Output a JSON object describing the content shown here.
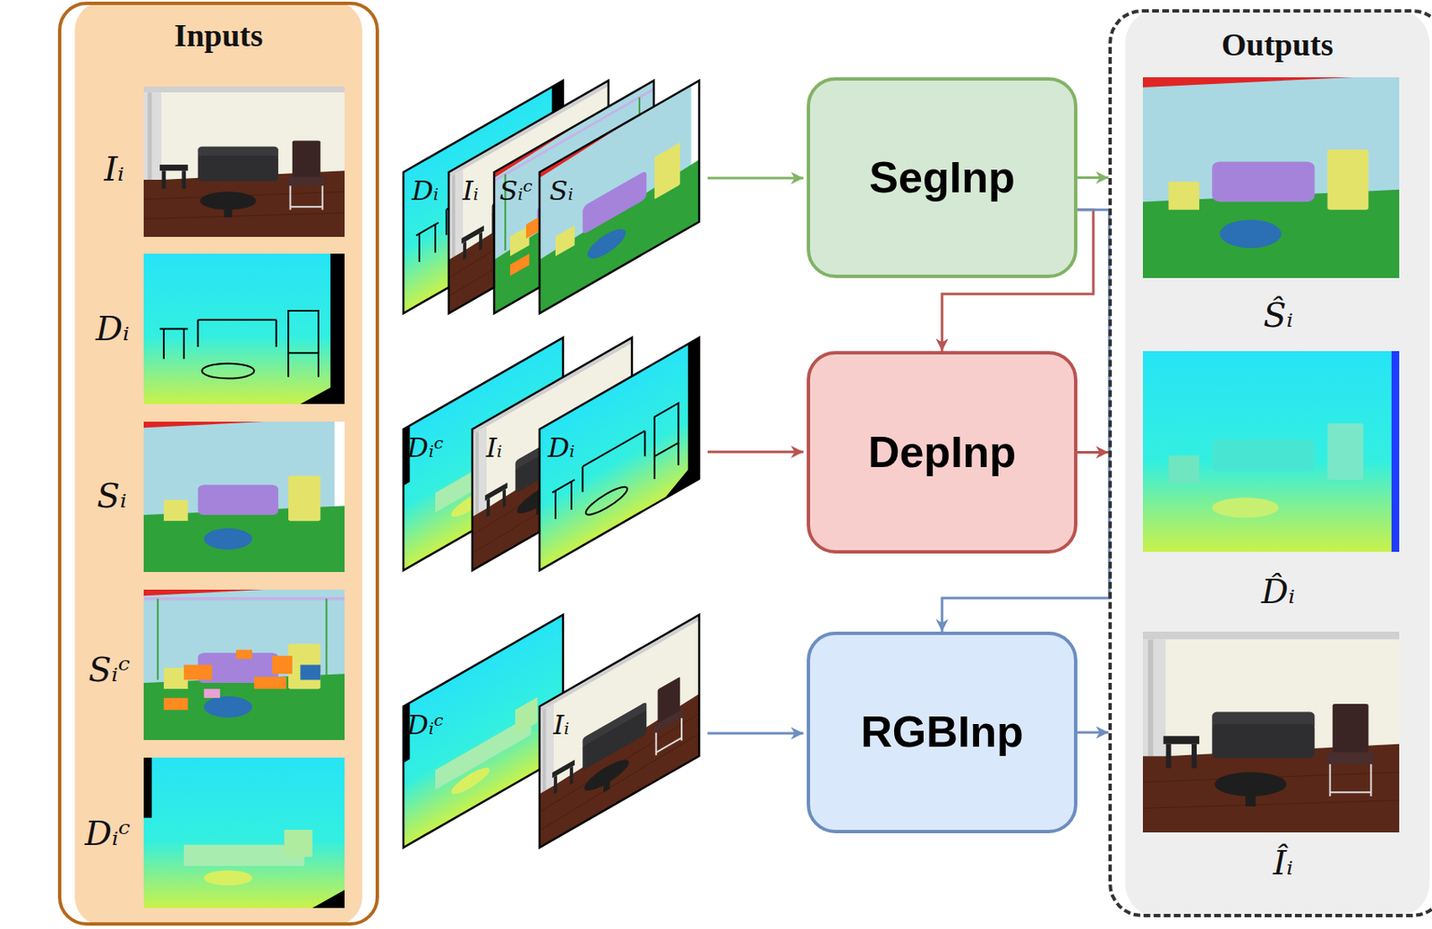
{
  "diagram": {
    "nodes": [
      {
        "text": [
          "Inputs"
        ]
      },
      {
        "text": [
          "SegInp"
        ]
      },
      {
        "text": [
          "DepInp"
        ]
      },
      {
        "text": [
          "RGBInp"
        ]
      },
      {
        "text": [
          "Outputs"
        ]
      }
    ],
    "edges": [
      {
        "from": 1,
        "to": 4,
        "arrow": "to"
      },
      {
        "from": 1,
        "to": 2,
        "arrow": "to"
      },
      {
        "from": 1,
        "to": 3,
        "arrow": "to"
      },
      {
        "from": 2,
        "to": 4,
        "arrow": "to"
      },
      {
        "from": 3,
        "to": 4,
        "arrow": "to"
      }
    ],
    "labels": [
      "Iᵢ",
      "Dᵢ",
      "Sᵢ",
      "Sᵢᶜ",
      "Dᵢᶜ",
      "Dᵢ",
      "Iᵢ",
      "Sᵢᶜ",
      "Sᵢ",
      "Dᵢᶜ",
      "Iᵢ",
      "Dᵢ",
      "Dᵢᶜ",
      "Iᵢ",
      "Ŝᵢ",
      "D̂ᵢ",
      "Îᵢ"
    ]
  }
}
